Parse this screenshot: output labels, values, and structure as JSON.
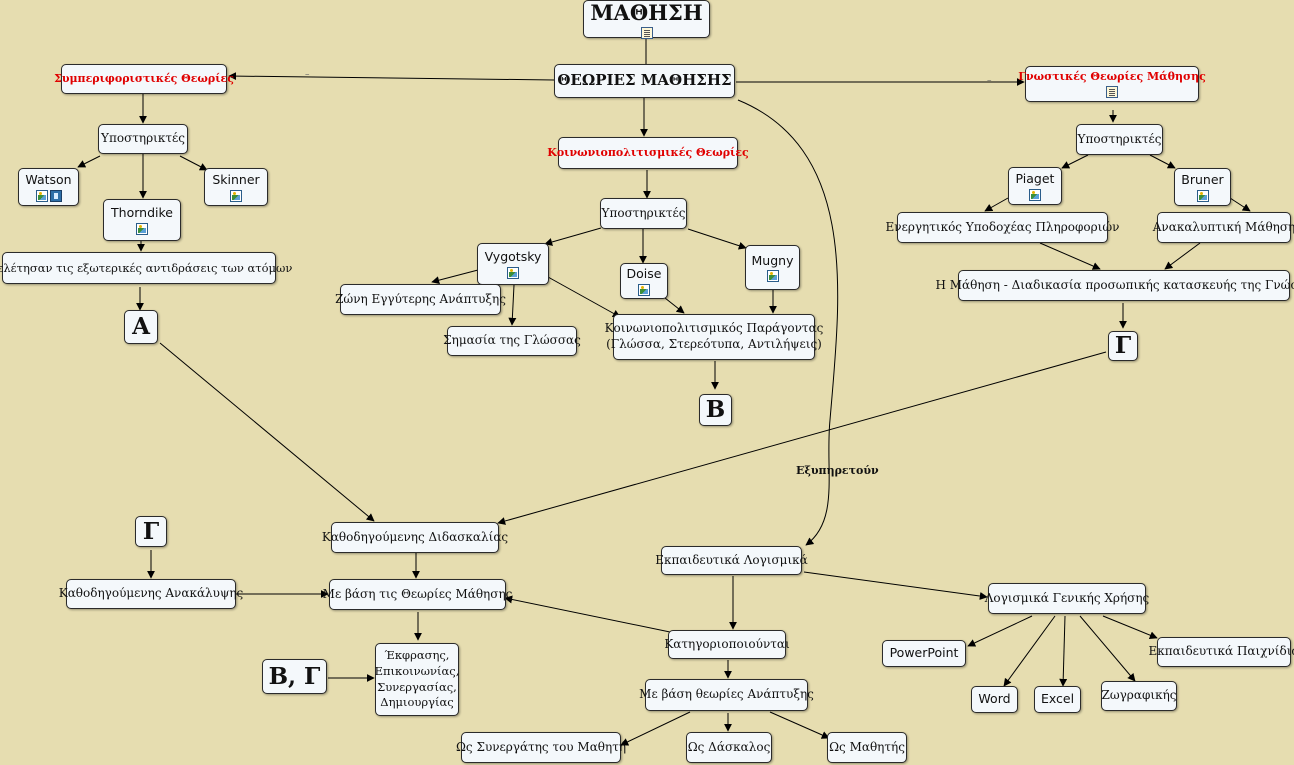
{
  "nodes": {
    "mathisi": "ΜΑΘΗΣΗ",
    "theories": "ΘΕΩΡΙΕΣ ΜΑΘΗΣΗΣ",
    "behavioral": "Συμπεριφοριστικές Θεωρίες",
    "sociocultural": "Κοινωνιοπολιτισμικές Θεωρίες",
    "cognitive": "Γνωστικές Θεωρίες Μάθησης",
    "supporters_left": "Υποστηρικτές",
    "supporters_mid": "Υποστηρικτές",
    "supporters_right": "Υποστηρικτές",
    "watson": "Watson",
    "skinner": "Skinner",
    "thorndike": "Thorndike",
    "studied": "Μελέτησαν τις εξωτερικές αντιδράσεις των ατόμων",
    "a": "Α",
    "vygotsky": "Vygotsky",
    "doise": "Doise",
    "mugny": "Mugny",
    "zone": "Ζώνη Εγγύτερης Ανάπτυξης",
    "language": "Σημασία της Γλώσσας",
    "factor_line1": "Κοινωνιοπολιτισμικός Παράγοντας",
    "factor_line2": "(Γλώσσα, Στερεότυπα, Αντιλήψεις)",
    "b": "Β",
    "piaget": "Piaget",
    "bruner": "Bruner",
    "active_receiver": "Ενεργητικός Υποδοχέας Πληροφοριών",
    "discovery": "Ανακαλυπτική Μάθηση",
    "construct": "Η Μάθηση - Διαδικασία προσωπικής κατασκευής της Γνώσης",
    "g_right": "Γ",
    "guided_teaching": "Καθοδηγούμενης Διδασκαλίας",
    "g_left": "Γ",
    "guided_discovery": "Καθοδηγούμενης Ανακάλυψης",
    "based_theories": "Με βάση τις Θεωρίες Μάθησης",
    "expression": [
      "Έκφρασης,",
      "Επικοινωνίας,",
      "Συνεργασίας,",
      "Δημιουργίας"
    ],
    "bg": "Β, Γ",
    "edu_software": "Εκπαιδευτικά Λογισμικά",
    "categorized": "Κατηγοριοποιούνται",
    "based_dev": "Με βάση θεωρίες Ανάπτυξης",
    "collaborator": "Ως Συνεργάτης του Μαθητή",
    "teacher": "Ως Δάσκαλος",
    "student": "Ως Μαθητής",
    "general_sw": "Λογισμικά Γενικής Χρήσης",
    "powerpoint": "PowerPoint",
    "word": "Word",
    "excel": "Excel",
    "painting": "Ζωγραφικής",
    "games": "Εκπαιδευτικά Παιχνίδια"
  },
  "link_labels": {
    "serve": "Εξυπηρετούν"
  },
  "icons": {
    "mathisi": [
      "document-icon"
    ],
    "cognitive": [
      "document-icon"
    ],
    "watson": [
      "image-icon",
      "video-icon"
    ],
    "skinner": [
      "image-icon"
    ],
    "thorndike": [
      "image-icon"
    ],
    "vygotsky": [
      "image-icon"
    ],
    "doise": [
      "image-icon"
    ],
    "mugny": [
      "image-icon"
    ],
    "piaget": [
      "image-icon"
    ],
    "bruner": [
      "image-icon"
    ]
  },
  "colors": {
    "background": "#e6ddb0",
    "node_fill": "#f4f8fb",
    "highlight_text": "#e00000"
  }
}
